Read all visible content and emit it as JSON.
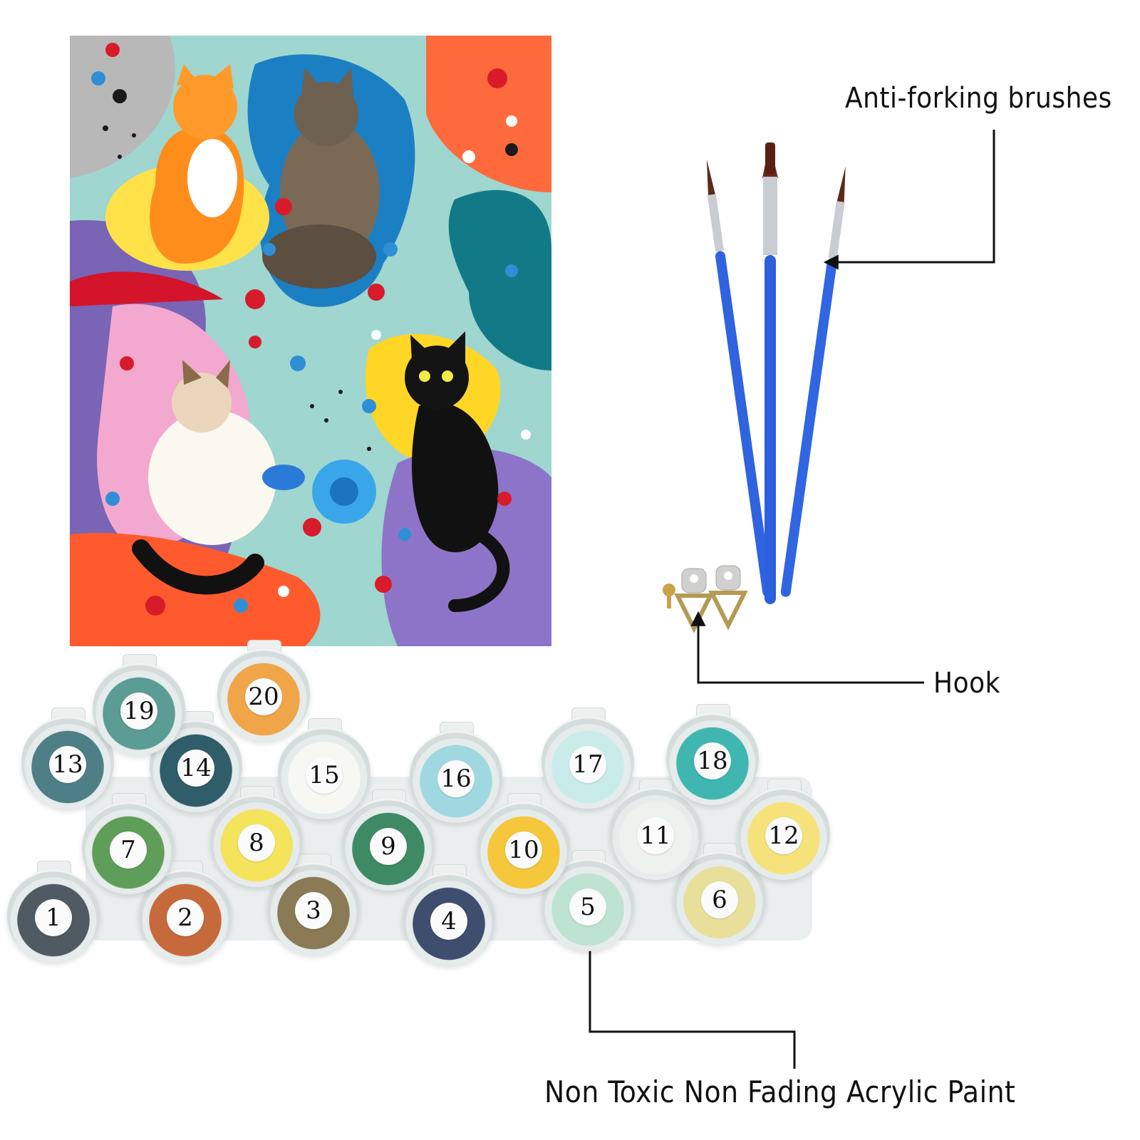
{
  "labels": {
    "brushes": "Anti-forking brushes",
    "hook": "Hook",
    "paint": "Non Toxic Non Fading Acrylic Paint"
  },
  "paint_pots": [
    {
      "number": "1",
      "color": "#4f5a63"
    },
    {
      "number": "2",
      "color": "#c66a3c"
    },
    {
      "number": "3",
      "color": "#8a7a55"
    },
    {
      "number": "4",
      "color": "#3f4e6e"
    },
    {
      "number": "5",
      "color": "#bfe3d2"
    },
    {
      "number": "6",
      "color": "#e8e09a"
    },
    {
      "number": "7",
      "color": "#5f9e59"
    },
    {
      "number": "8",
      "color": "#f4e35b"
    },
    {
      "number": "9",
      "color": "#3e8a64"
    },
    {
      "number": "10",
      "color": "#f5c73a"
    },
    {
      "number": "11",
      "color": "#eef2ee"
    },
    {
      "number": "12",
      "color": "#f6e27a"
    },
    {
      "number": "13",
      "color": "#4f7f86"
    },
    {
      "number": "14",
      "color": "#2f5e6a"
    },
    {
      "number": "15",
      "color": "#f7f7f4"
    },
    {
      "number": "16",
      "color": "#9fd8e0"
    },
    {
      "number": "17",
      "color": "#c9ecea"
    },
    {
      "number": "18",
      "color": "#3fb7b0"
    },
    {
      "number": "19",
      "color": "#5b9c94"
    },
    {
      "number": "20",
      "color": "#f0a548"
    }
  ]
}
